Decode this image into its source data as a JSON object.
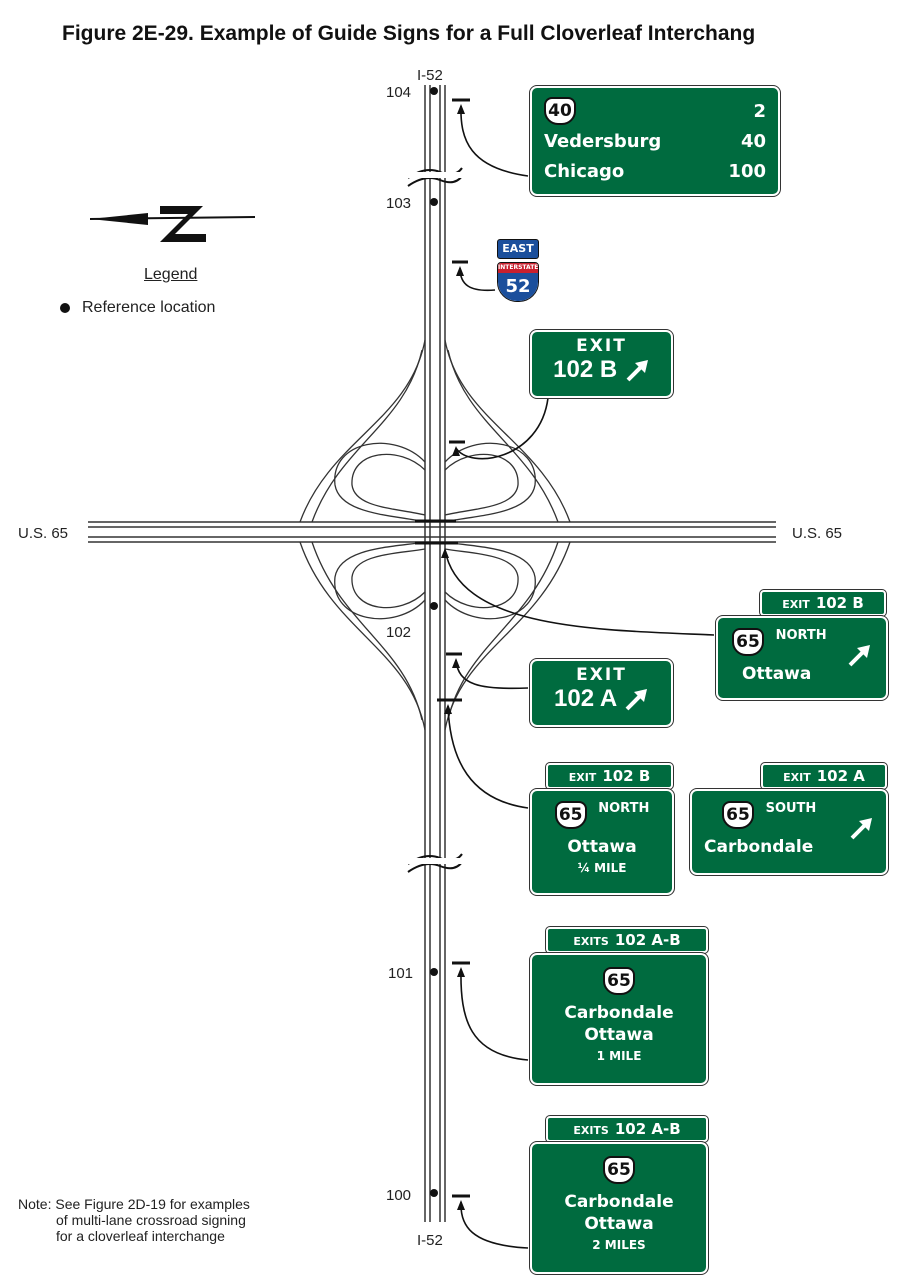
{
  "title": "Figure 2E-29.  Example of Guide Signs for a Full Cloverleaf Interchang",
  "legend": {
    "title": "Legend",
    "item": "Reference location"
  },
  "road_labels": {
    "i52_top": "I-52",
    "i52_bottom": "I-52",
    "us65_left": "U.S. 65",
    "us65_right": "U.S. 65"
  },
  "mileposts": [
    "104",
    "103",
    "102",
    "101",
    "100"
  ],
  "signs": {
    "distance": {
      "route": "40",
      "rows": [
        {
          "dest": "",
          "miles": "2"
        },
        {
          "dest": "Vedersburg",
          "miles": "40"
        },
        {
          "dest": "Chicago",
          "miles": "100"
        }
      ]
    },
    "trailblazer": {
      "direction": "EAST",
      "banner": "INTERSTATE",
      "route": "52"
    },
    "exit_102b_gore": {
      "word": "EXIT",
      "number": "102 B"
    },
    "exit_102a_gore": {
      "word": "EXIT",
      "number": "102 A"
    },
    "exit_102b_direction": {
      "tab_word": "EXIT",
      "tab_number": "102 B",
      "route": "65",
      "cardinal": "NORTH",
      "dest": "Ottawa"
    },
    "exit_102b_advance": {
      "tab_word": "EXIT",
      "tab_number": "102 B",
      "route": "65",
      "cardinal": "NORTH",
      "dest": "Ottawa",
      "distance": "¼ MILE"
    },
    "exit_102a_advance": {
      "tab_word": "EXIT",
      "tab_number": "102 A",
      "route": "65",
      "cardinal": "SOUTH",
      "dest": "Carbondale"
    },
    "exits_1mile": {
      "tab_word": "EXITS",
      "tab_number": "102 A-B",
      "route": "65",
      "dest1": "Carbondale",
      "dest2": "Ottawa",
      "distance": "1 MILE"
    },
    "exits_2mile": {
      "tab_word": "EXITS",
      "tab_number": "102 A-B",
      "route": "65",
      "dest1": "Carbondale",
      "dest2": "Ottawa",
      "distance": "2 MILES"
    }
  },
  "note": {
    "line1": "Note:  See Figure 2D-19 for examples",
    "line2": "of multi-lane crossroad signing",
    "line3": "for a cloverleaf interchange"
  },
  "colors": {
    "sign_green": "#006b3f",
    "interstate_blue": "#1b4f9c",
    "interstate_red": "#c8202f"
  },
  "icons": [
    "north-arrow-icon",
    "diagonal-arrow-icon",
    "us-route-shield-icon",
    "interstate-shield-icon"
  ]
}
